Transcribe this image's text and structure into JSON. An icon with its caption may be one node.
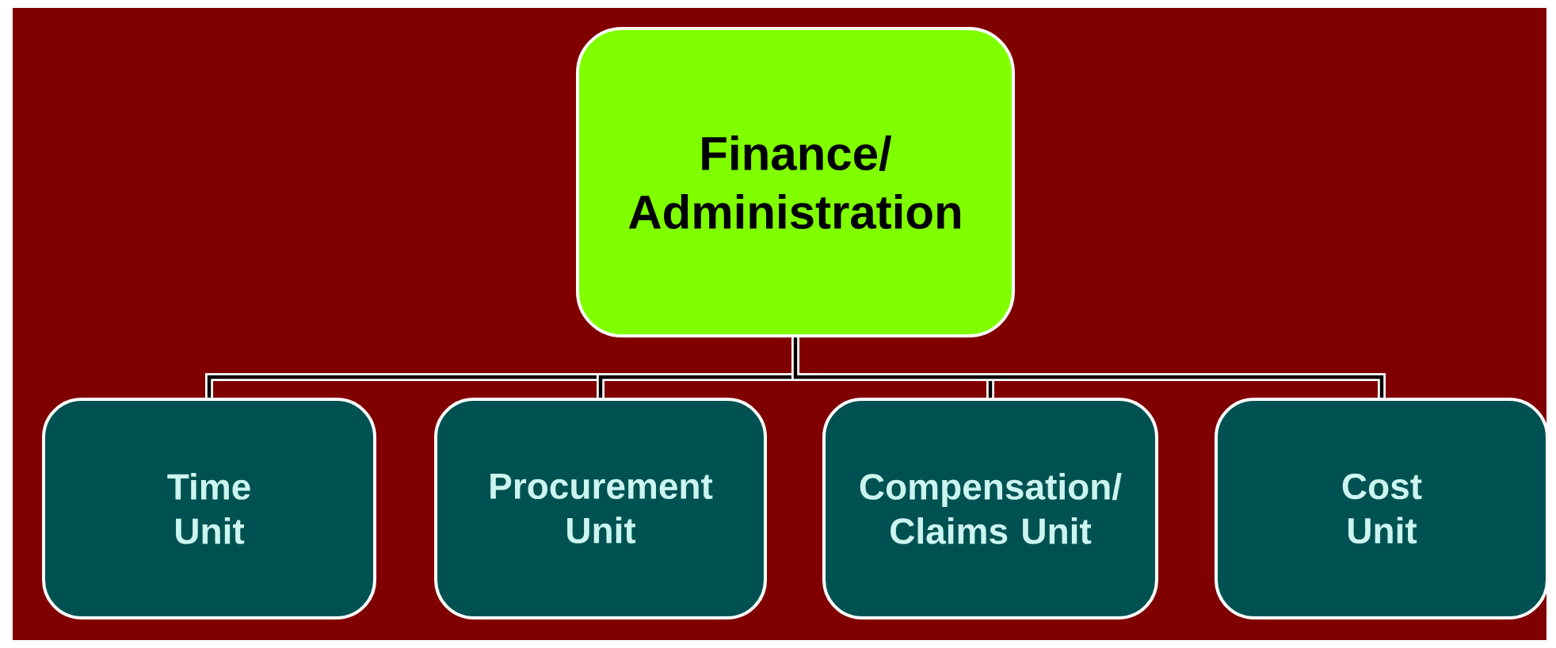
{
  "diagram": {
    "nodes": [
      {
        "text": [
          "Finance/ Administration"
        ]
      },
      {
        "text": [
          "Time Unit"
        ]
      },
      {
        "text": [
          "Procurement Unit"
        ]
      },
      {
        "text": [
          "Compensation/ Claims Unit"
        ]
      },
      {
        "text": [
          "Cost Unit"
        ]
      }
    ],
    "edges": [
      {
        "from": 0,
        "to": 1,
        "arrow": "none"
      },
      {
        "from": 0,
        "to": 2,
        "arrow": "none"
      },
      {
        "from": 0,
        "to": 3,
        "arrow": "none"
      },
      {
        "from": 0,
        "to": 4,
        "arrow": "none"
      }
    ]
  }
}
